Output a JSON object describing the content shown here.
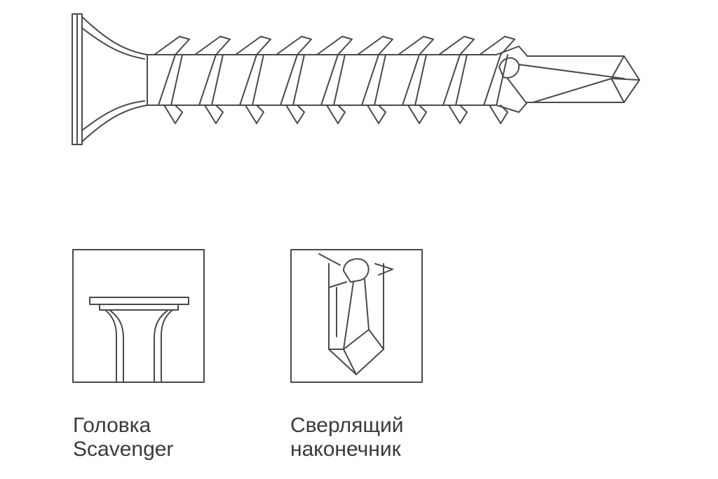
{
  "captions": {
    "head": {
      "line1": "Головка",
      "line2": "Scavenger"
    },
    "tip": {
      "line1": "Сверлящий",
      "line2": "наконечник"
    }
  },
  "colors": {
    "line": "#4a4a4a",
    "background": "#ffffff"
  },
  "icons": [
    "screw-drawing",
    "scavenger-head-detail",
    "drill-tip-detail"
  ]
}
